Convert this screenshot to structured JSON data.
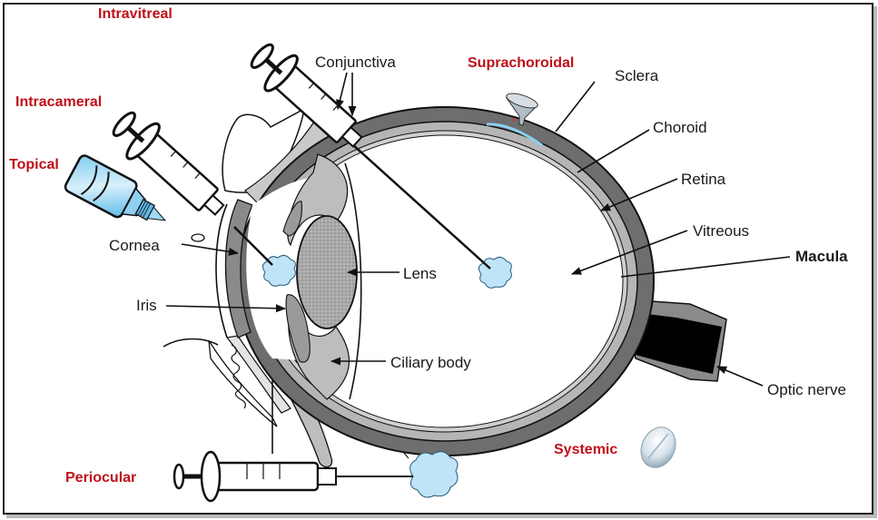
{
  "diagram": {
    "title": "Routes of ocular drug delivery",
    "colors": {
      "route_label": "#c0101a",
      "anatomy_label": "#1a1a1a",
      "sclera": "#6e6e6e",
      "choroid_retina": "#b5b5b5",
      "drug_depot": "#bfe3f7",
      "optic_nerve_core": "#000000"
    },
    "routes": [
      {
        "id": "intravitreal",
        "label": "Intravitreal",
        "icon": "syringe-icon"
      },
      {
        "id": "intracameral",
        "label": "Intracameral",
        "icon": "syringe-icon"
      },
      {
        "id": "topical",
        "label": "Topical",
        "icon": "eye-drop-bottle-icon"
      },
      {
        "id": "suprachoroidal",
        "label": "Suprachoroidal",
        "icon": "funnel-icon"
      },
      {
        "id": "periocular",
        "label": "Periocular",
        "icon": "syringe-icon"
      },
      {
        "id": "systemic",
        "label": "Systemic",
        "icon": "pill-icon"
      }
    ],
    "anatomy": [
      {
        "id": "conjunctiva",
        "label": "Conjunctiva"
      },
      {
        "id": "sclera",
        "label": "Sclera"
      },
      {
        "id": "choroid",
        "label": "Choroid"
      },
      {
        "id": "retina",
        "label": "Retina"
      },
      {
        "id": "vitreous",
        "label": "Vitreous"
      },
      {
        "id": "macula",
        "label": "Macula"
      },
      {
        "id": "cornea",
        "label": "Cornea"
      },
      {
        "id": "lens",
        "label": "Lens"
      },
      {
        "id": "iris",
        "label": "Iris"
      },
      {
        "id": "ciliary_body",
        "label": "Ciliary body"
      },
      {
        "id": "optic_nerve",
        "label": "Optic nerve"
      }
    ]
  }
}
